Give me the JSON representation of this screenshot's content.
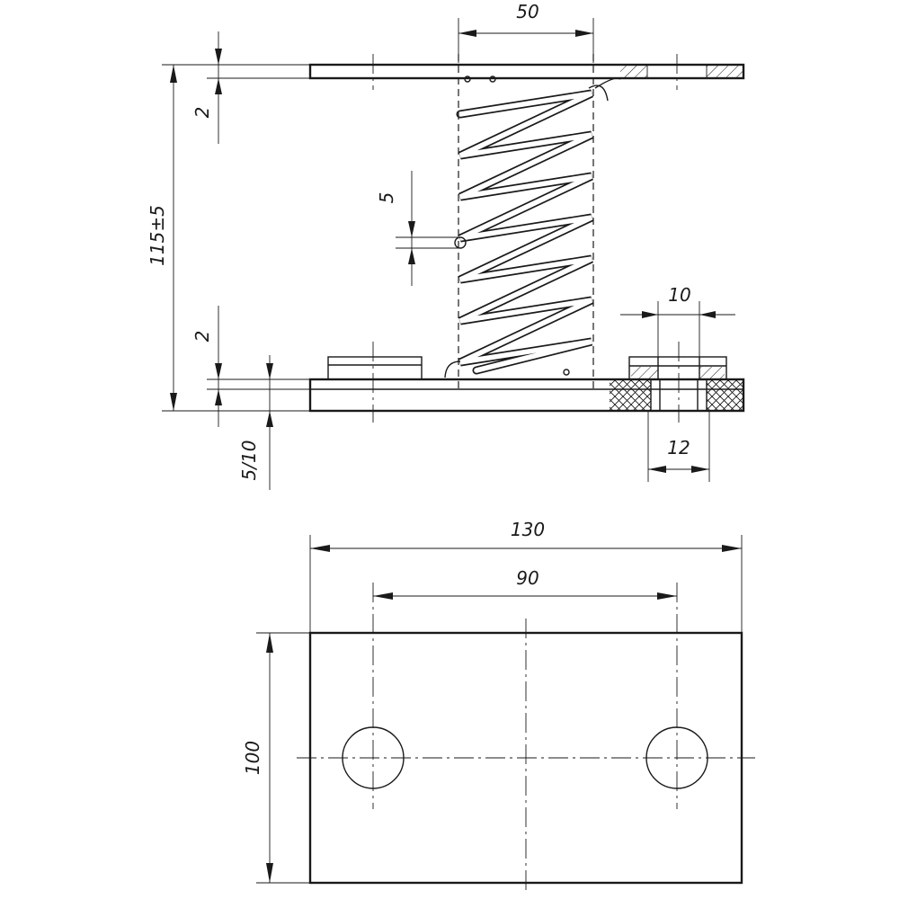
{
  "dimensions": {
    "spring_pitch_width": "50",
    "top_plate_thickness": "2",
    "total_height": "115±5",
    "wire_diameter": "5",
    "bottom_plate_thickness": "2",
    "pad_thickness": "5/10",
    "bolt_width": "10",
    "hole_diameter": "12",
    "plate_length": "130",
    "hole_spacing": "90",
    "plate_width": "100"
  },
  "colors": {
    "line": "#1a1a1a",
    "background": "#ffffff"
  }
}
